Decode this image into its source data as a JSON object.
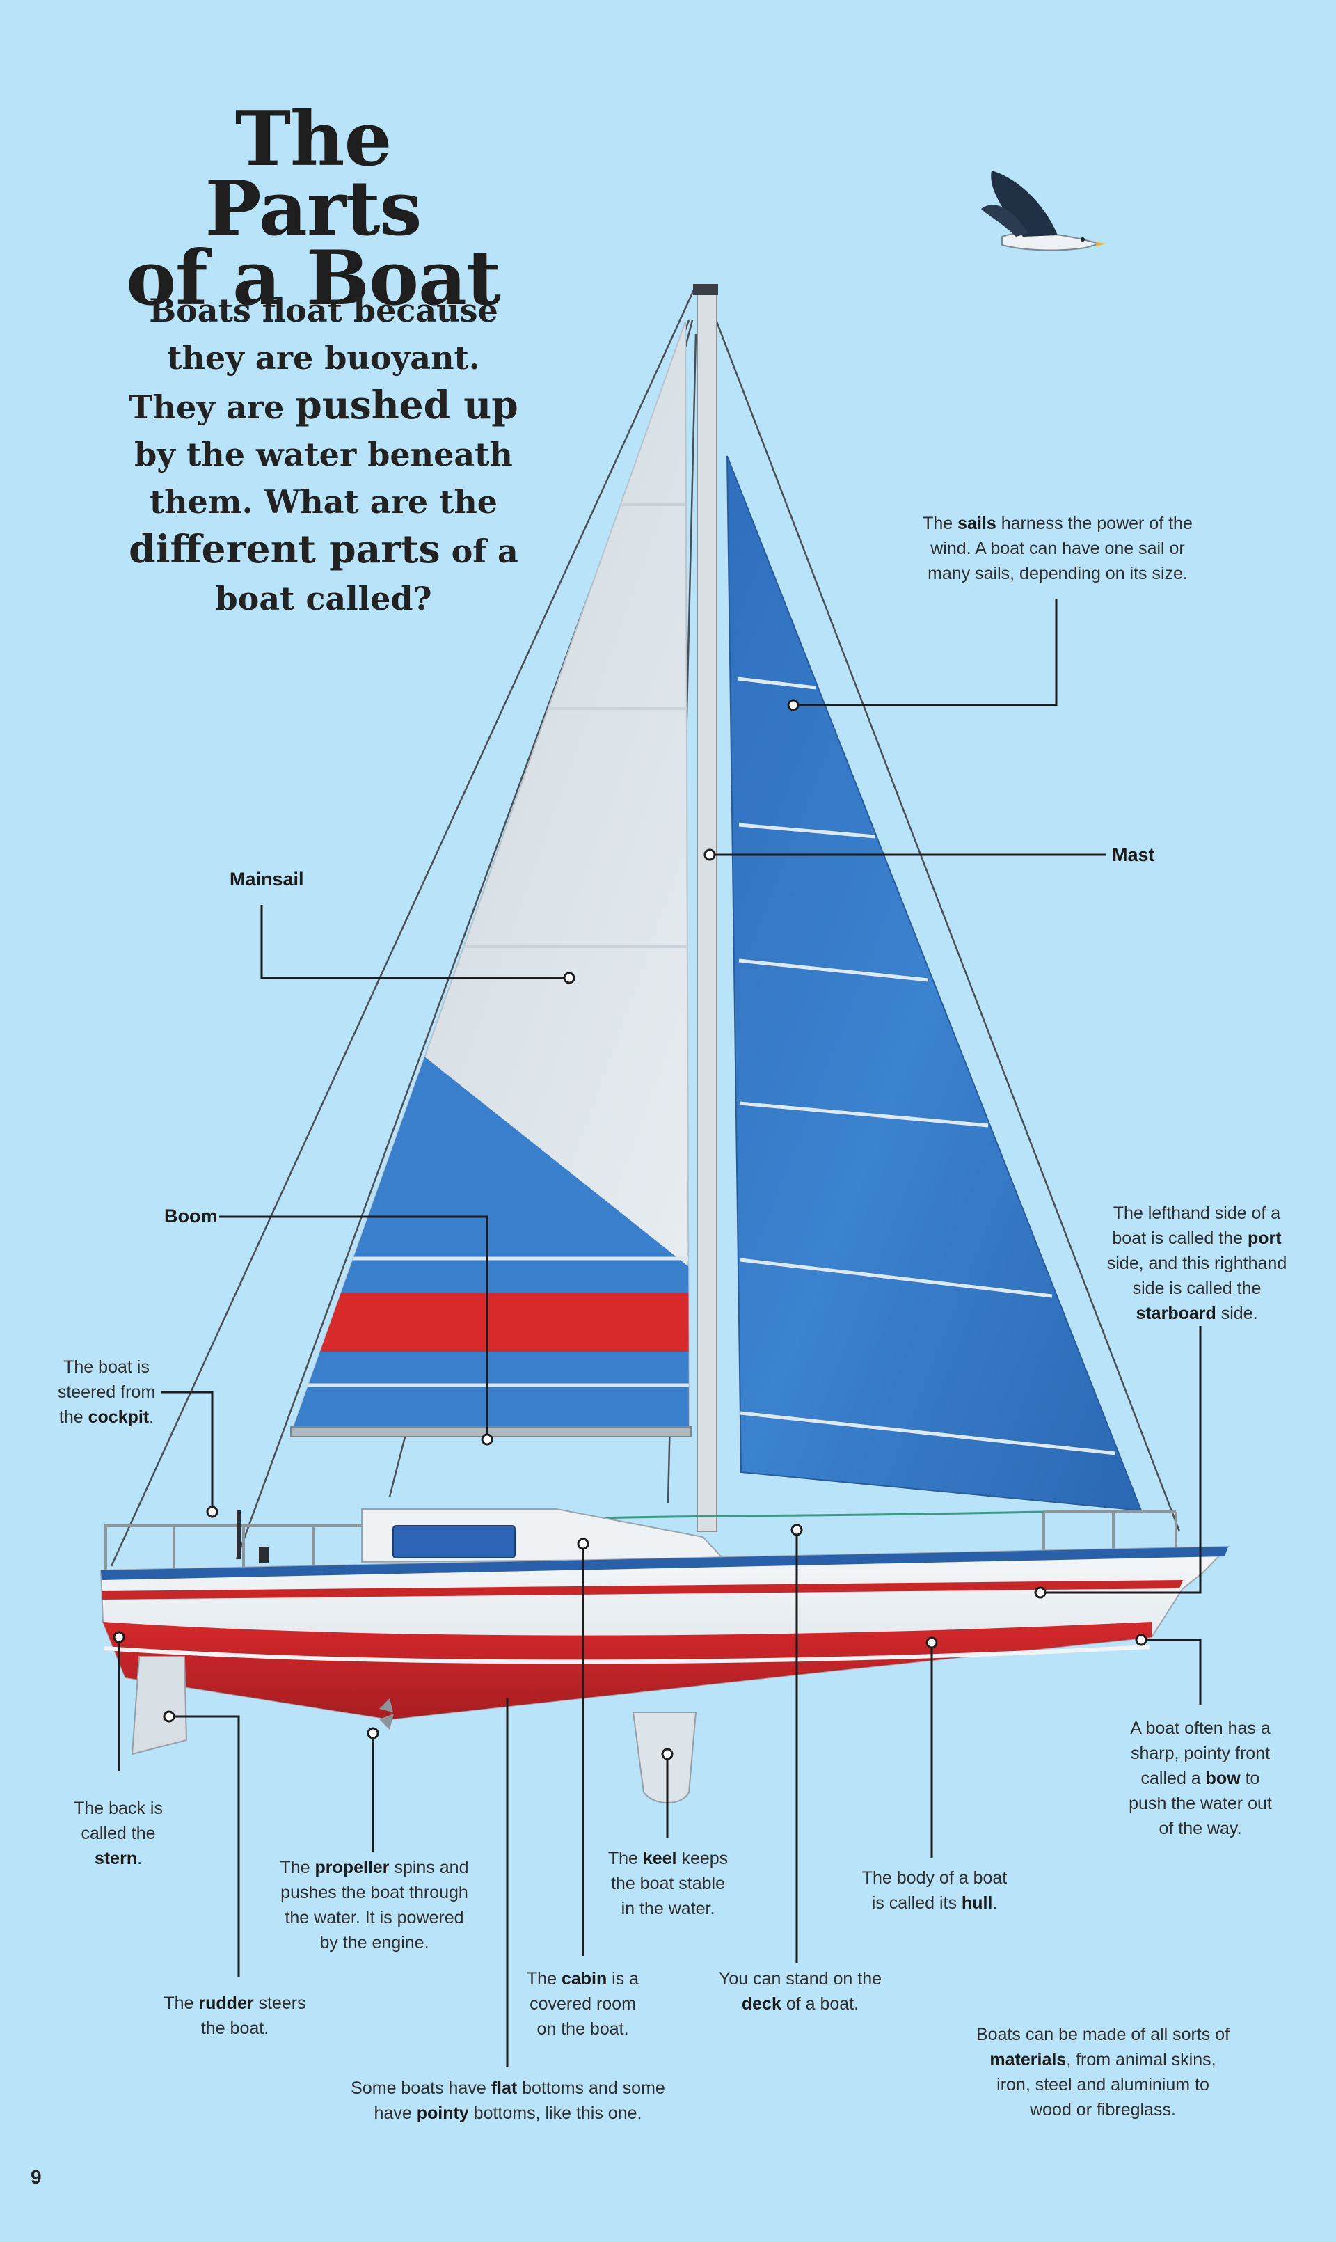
{
  "title_line1": "The Parts",
  "title_line2": "of a Boat",
  "intro": {
    "p1": "Boats float because they are buoyant. They are ",
    "pushed_up": "pushed up",
    "p2": " by the water beneath them. What are the ",
    "different_parts": "different parts",
    "p3": " of a boat called?"
  },
  "labels": {
    "mainsail": "Mainsail",
    "mast": "Mast",
    "boom": "Boom"
  },
  "captions": {
    "sails": {
      "pre": "The ",
      "bold": "sails",
      "post": " harness the power of the wind. A boat can have one sail or many sails, depending on its size."
    },
    "port": {
      "pre": "The lefthand side of a boat is called the ",
      "bold1": "port",
      "mid": " side, and this righthand side is called the ",
      "bold2": "starboard",
      "post": " side."
    },
    "cockpit": {
      "pre": "The boat is steered from the ",
      "bold": "cockpit",
      "post": "."
    },
    "stern": {
      "pre": "The back is called the ",
      "bold": "stern",
      "post": "."
    },
    "propeller": {
      "pre": "The ",
      "bold": "propeller",
      "post": " spins and pushes the boat through the water. It is powered by the engine."
    },
    "keel": {
      "pre": "The ",
      "bold": "keel",
      "post": " keeps the boat stable in the water."
    },
    "hull": {
      "pre": "The body of a boat is called its ",
      "bold": "hull",
      "post": "."
    },
    "bow": {
      "pre": "A boat often has a sharp, pointy front called a ",
      "bold": "bow",
      "post": " to push the water out of the way."
    },
    "rudder": {
      "pre": "The ",
      "bold": "rudder",
      "post": " steers the boat."
    },
    "cabin": {
      "pre": "The ",
      "bold": "cabin",
      "post": " is a covered room on the boat."
    },
    "deck": {
      "pre": "You can stand on the ",
      "bold": "deck",
      "post": " of a boat."
    },
    "bottoms": {
      "pre": "Some boats have ",
      "bold1": "flat",
      "mid": " bottoms and some have ",
      "bold2": "pointy",
      "post": " bottoms, like this one."
    },
    "materials": {
      "pre": "Boats can be made of all sorts of ",
      "bold": "materials",
      "post": ", from animal skins, iron, steel and aluminium to wood or fibreglass."
    }
  },
  "page_number": "9",
  "colors": {
    "background": "#b9e3f8",
    "sail_blue": "#3a7fcb",
    "hull_red": "#c9262a",
    "hull_white": "#e6edf1"
  }
}
